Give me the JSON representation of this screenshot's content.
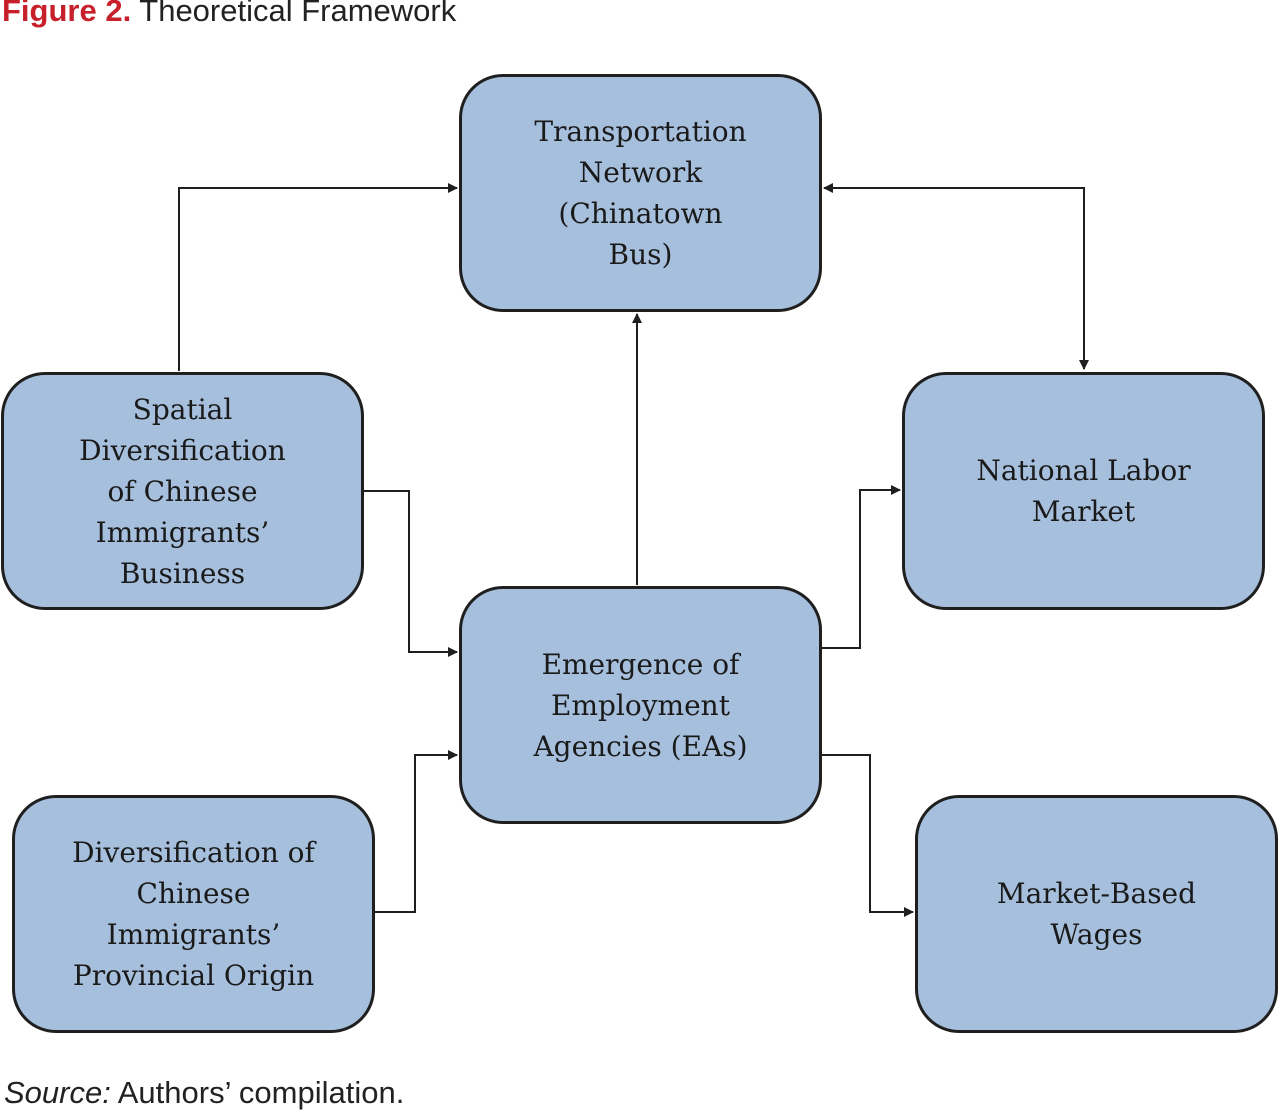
{
  "caption": {
    "label": "Figure 2.",
    "title": "Theoretical Framework"
  },
  "boxes": {
    "transportation": [
      "Transportation",
      "Network",
      "(Chinatown",
      "Bus)"
    ],
    "spatial": [
      "Spatial",
      "Diversification",
      "of Chinese",
      "Immigrants’",
      "Business"
    ],
    "labor_market": [
      "National Labor",
      "Market"
    ],
    "employment_agencies": [
      "Emergence of",
      "Employment",
      "Agencies (EAs)"
    ],
    "provincial": [
      "Diversification of",
      "Chinese",
      "Immigrants’",
      "Provincial Origin"
    ],
    "wages": [
      "Market-Based",
      "Wages"
    ]
  },
  "connections": [
    {
      "from": "spatial",
      "to": "transportation"
    },
    {
      "from": "transportation",
      "to": "labor_market",
      "bidirectional": true
    },
    {
      "from": "employment_agencies",
      "to": "transportation"
    },
    {
      "from": "spatial",
      "to": "employment_agencies"
    },
    {
      "from": "provincial",
      "to": "employment_agencies"
    },
    {
      "from": "employment_agencies",
      "to": "labor_market"
    },
    {
      "from": "employment_agencies",
      "to": "wages"
    }
  ],
  "colors": {
    "box_fill": "#a6bfdd",
    "box_border": "#1f1f1f",
    "caption_label": "#c8202b",
    "line": "#1f1f1f"
  },
  "source": {
    "label": "Source:",
    "text": "Authors’ compilation."
  }
}
